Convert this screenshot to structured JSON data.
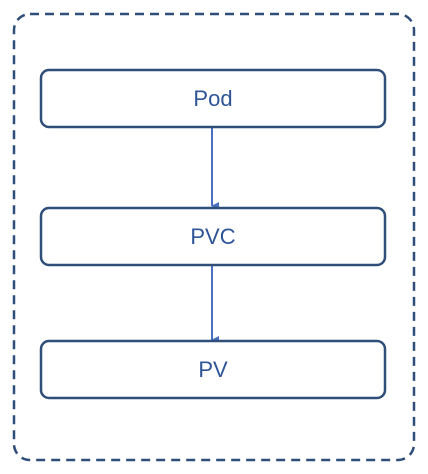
{
  "colors": {
    "stroke": "#2f4e79",
    "connector": "#4a70c2",
    "node_fill": "#ffffff",
    "text": "#2f5597"
  },
  "nodes": [
    {
      "label": "Pod"
    },
    {
      "label": "PVC"
    },
    {
      "label": "PV"
    }
  ],
  "edges": [
    {
      "from": "Pod",
      "to": "PVC"
    },
    {
      "from": "PVC",
      "to": "PV"
    }
  ]
}
